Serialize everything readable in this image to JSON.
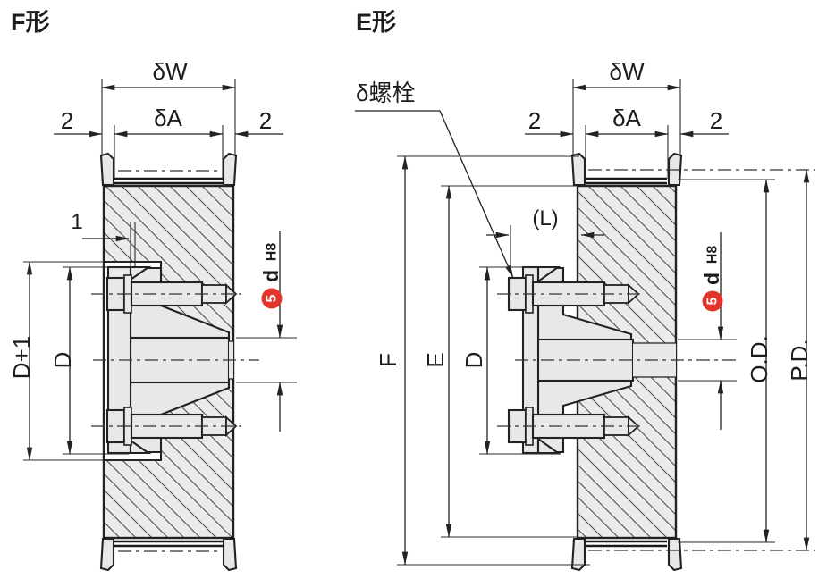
{
  "colors": {
    "accent_red": "#e2342b",
    "line": "#222222",
    "metal_fill": "#e8e8eb"
  },
  "f": {
    "title": "F形",
    "dim_total_width": "δW",
    "dim_inner_width": "δA",
    "flange_thickness_left": "2",
    "flange_thickness_right": "2",
    "flange_protrusion": "1",
    "dim_recess_dia": "D+1",
    "dim_bushing_dia": "D",
    "bore_badge": "5",
    "bore_letter": "d",
    "bore_tolerance": "H8"
  },
  "e": {
    "title": "E形",
    "bolt_callout": "δ螺栓",
    "dim_total_width": "δW",
    "dim_inner_width": "δA",
    "flange_thickness_left": "2",
    "flange_thickness_right": "2",
    "dim_protrusion": "(L)",
    "dim_flange_dia": "F",
    "dim_body_dia": "E",
    "dim_bushing_dia": "D",
    "bore_badge": "5",
    "bore_letter": "d",
    "bore_tolerance": "H8",
    "dim_outer_dia": "O.D.",
    "dim_pitch_dia": "P.D."
  }
}
